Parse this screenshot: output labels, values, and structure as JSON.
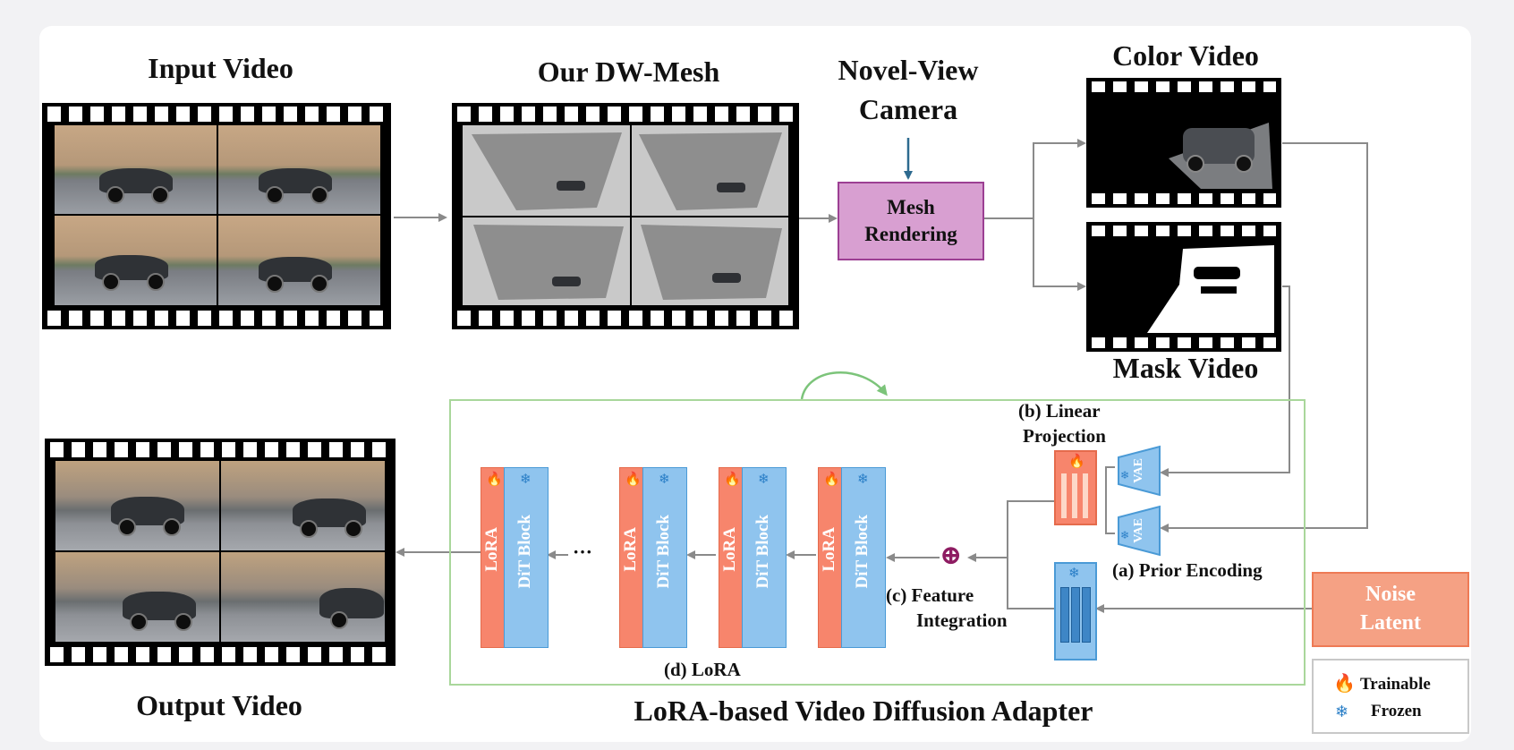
{
  "titles": {
    "input_video": "Input Video",
    "dw_mesh": "Our DW-Mesh",
    "novel_view_camera_line1": "Novel-View",
    "novel_view_camera_line2": "Camera",
    "color_video": "Color Video",
    "mask_video": "Mask Video",
    "output_video": "Output Video",
    "adapter": "LoRA-based Video Diffusion Adapter"
  },
  "mesh_rendering": {
    "line1": "Mesh",
    "line2": "Rendering"
  },
  "labels": {
    "linear_projection_line1": "(b) Linear",
    "linear_projection_line2": "Projection",
    "prior_encoding": "(a) Prior Encoding",
    "feature_integration_line1": "(c) Feature",
    "feature_integration_line2": "Integration",
    "lora": "(d) LoRA",
    "vae": "VAE",
    "ellipsis": "···",
    "plus": "⊕"
  },
  "blocks": {
    "lora": "LoRA",
    "dit": "DiT Block"
  },
  "noise_latent": {
    "line1": "Noise",
    "line2": "Latent"
  },
  "legend": {
    "trainable": "Trainable",
    "frozen": "Frozen"
  },
  "icons": {
    "trainable": "flame-icon",
    "frozen": "snowflake-icon",
    "flame_glyph": "🔥",
    "snow_glyph": "❄"
  },
  "colors": {
    "mesh_rendering_fill": "#d89fd1",
    "mesh_rendering_border": "#9c3f93",
    "lora_fill": "#f7856c",
    "dit_fill": "#8fc4ee",
    "noise_latent_fill": "#f5a184",
    "adapter_border": "#a9d79b",
    "arrow": "#8a8a8a",
    "camera_arrow": "#2d6a8f",
    "plus": "#8e1c62"
  }
}
